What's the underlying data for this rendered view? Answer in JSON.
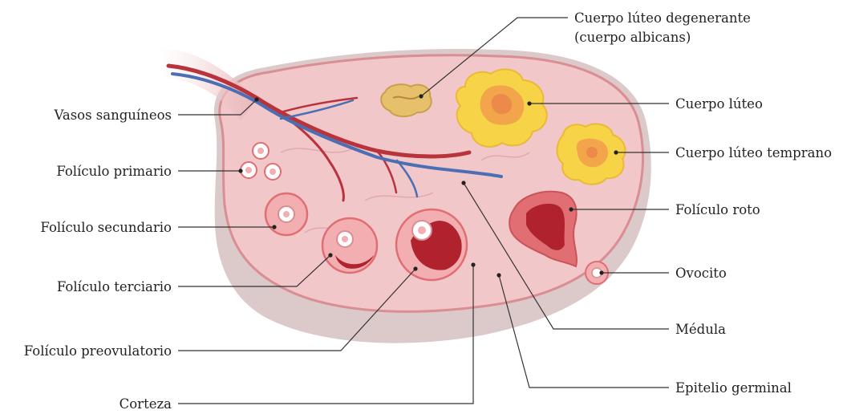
{
  "colors": {
    "outer_shell": "#dcc9c9",
    "ovary_body": "#f2c7c9",
    "ovary_outline": "#d98e93",
    "vessel_red": "#b8333b",
    "vessel_blue": "#4a6fb5",
    "corpus_luteum": "#f7d447",
    "corpus_center": "#ec8a4a",
    "follicle_wall": "#e06e72",
    "follicle_fluid": "#b0232e",
    "leader_line": "#333333"
  },
  "labels": {
    "vasos": "Vasos sanguíneos",
    "primario": "Folículo primario",
    "secundario": "Folículo secundario",
    "terciario": "Folículo terciario",
    "preovulatorio": "Folículo preovulatorio",
    "corteza": "Corteza",
    "degenerante_1": "Cuerpo lúteo degenerante",
    "degenerante_2": "(cuerpo albicans)",
    "luteo": "Cuerpo lúteo",
    "luteo_temprano": "Cuerpo lúteo temprano",
    "roto": "Folículo roto",
    "ovocito": "Ovocito",
    "medula": "Médula",
    "epitelio": "Epitelio germinal"
  }
}
